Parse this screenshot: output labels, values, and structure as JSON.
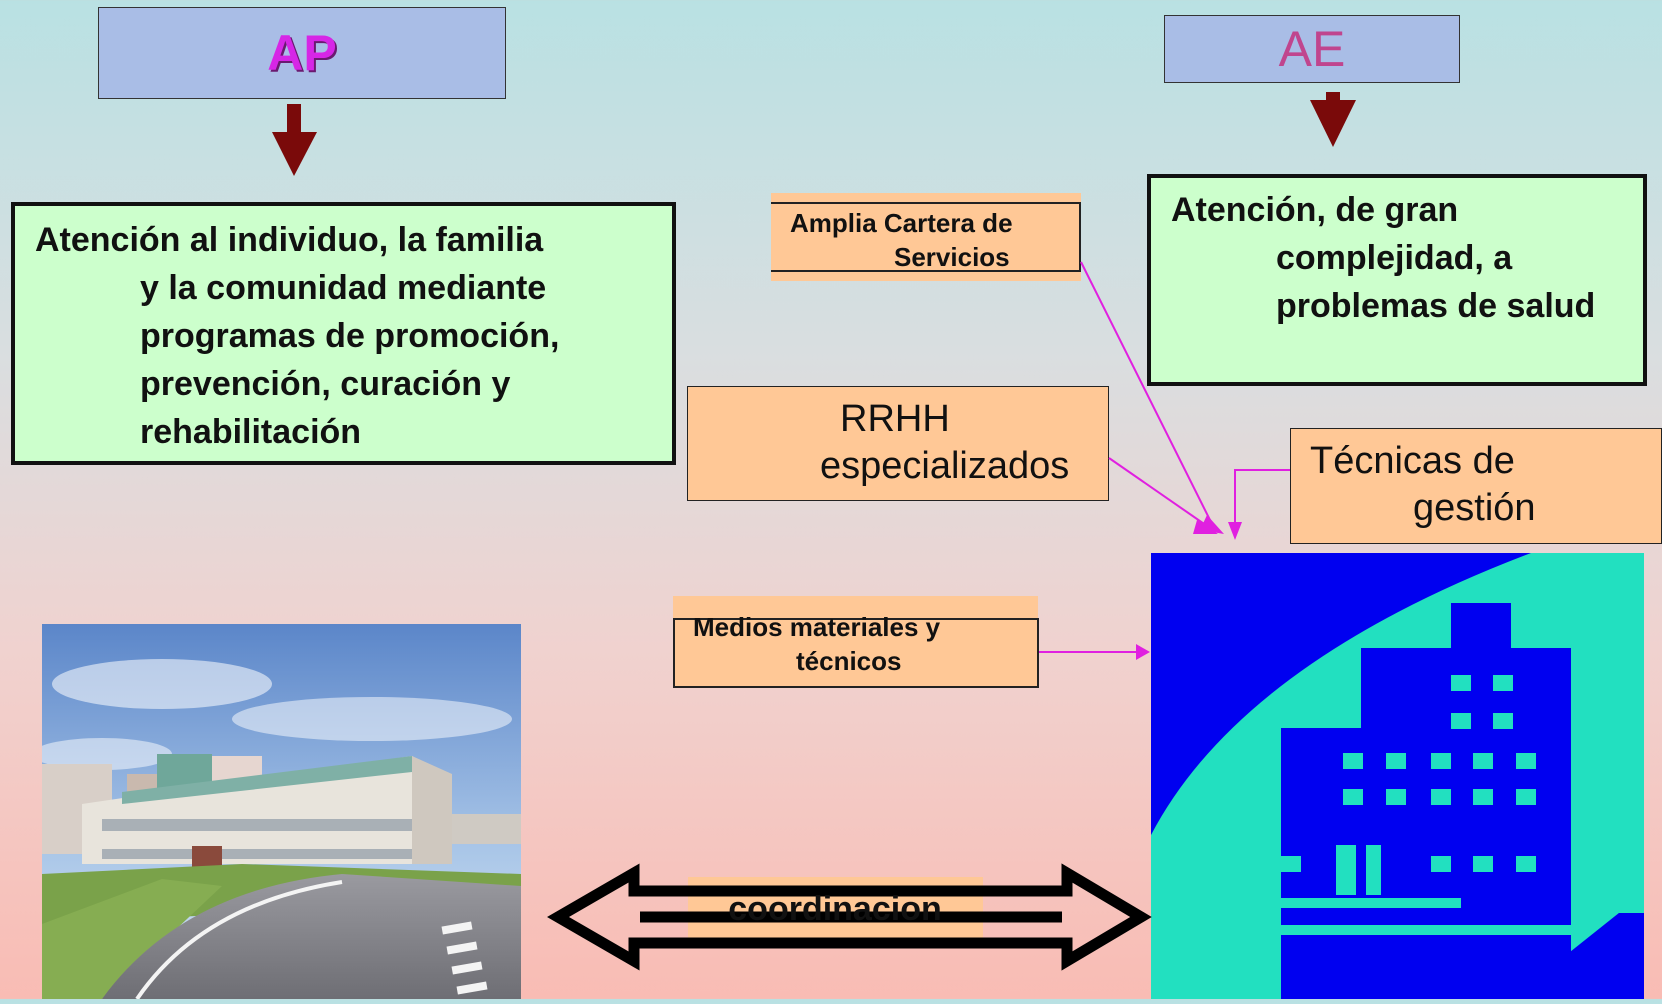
{
  "ap": {
    "title": "AP",
    "description_line1": "Atención al individuo, la familia",
    "description_rest": "y la comunidad mediante programas de promoción, prevención, curación y rehabilitación"
  },
  "ae": {
    "title": "AE",
    "description_line1": "Atención, de gran",
    "description_rest": "complejidad, a problemas de salud"
  },
  "resources": {
    "cartera_line1": "Amplia Cartera de",
    "cartera_line2": "Servicios",
    "rrhh_line1": "RRHH",
    "rrhh_line2": "especializados",
    "tecnicas_line1": "Técnicas de",
    "tecnicas_line2": "gestión",
    "medios_line1": "Medios materiales y",
    "medios_line2": "técnicos"
  },
  "coordination_label": "coordinacion",
  "colors": {
    "title_box": "#a9bde6",
    "ap_text": "#d626e6",
    "ae_text": "#c0458e",
    "green_box": "#ccffcc",
    "orange_box": "#ffc896",
    "arrow_dark_red": "#7a0a0a",
    "connector_magenta": "#e020e0",
    "hospital_blue": "#0000f0",
    "hospital_teal": "#22e0c0"
  },
  "icons": [
    "down-arrow-icon",
    "double-arrow-icon",
    "hospital-building-icon",
    "health-center-photo"
  ]
}
